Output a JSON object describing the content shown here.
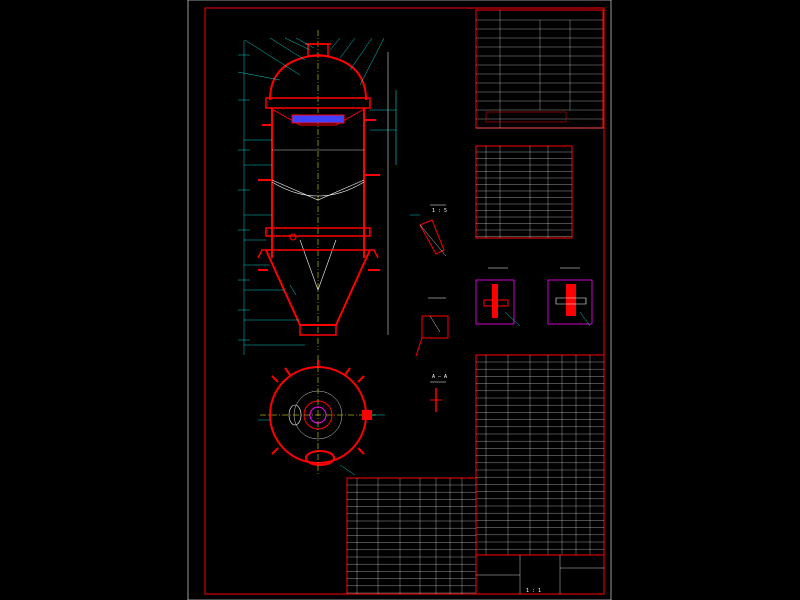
{
  "drawing": {
    "colors": {
      "background": "#000000",
      "frame": "#ff0000",
      "vessel": "#ff0000",
      "dimension": "#00ffff",
      "centerline": "#ffff00",
      "table_text": "#ffffff",
      "detail": "#ff00ff"
    },
    "section_labels": {
      "detail_a": "1 : 5",
      "section_aa": "A — A"
    },
    "title_block": {
      "scale": "1 : 1"
    }
  }
}
